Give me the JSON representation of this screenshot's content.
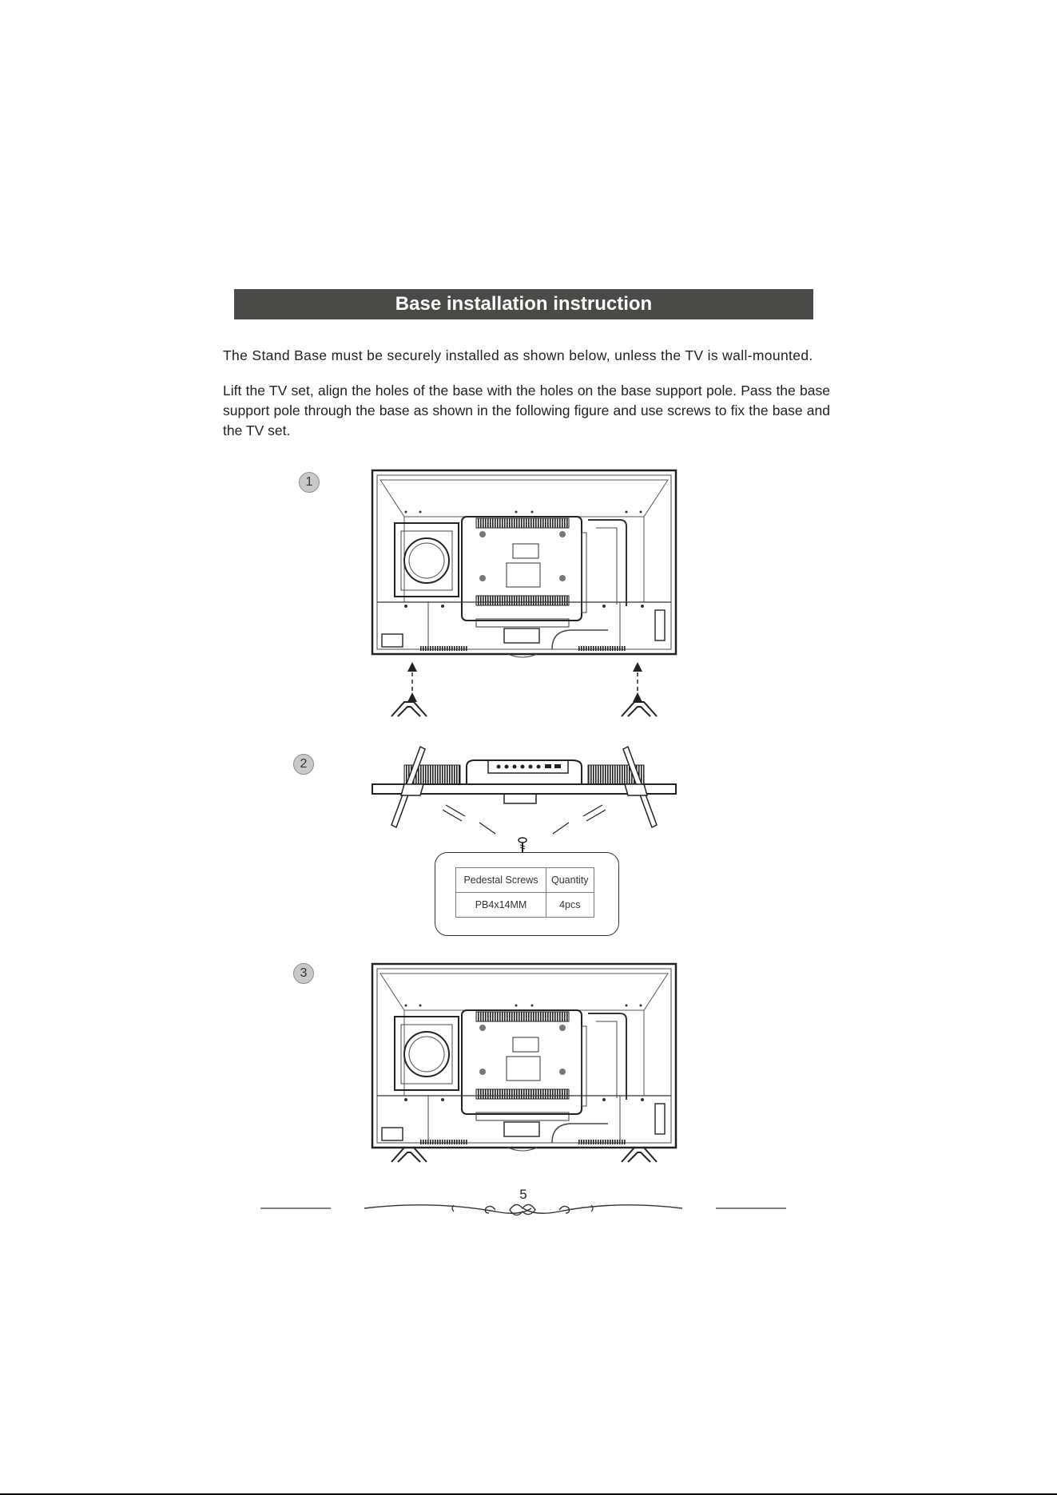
{
  "title": "Base installation instruction",
  "intro": "The Stand Base must be securely installed as shown below, unless the TV is wall-mounted.",
  "instruction": "Lift the TV set, align the holes of the base with the holes on the base support pole. Pass the base support pole through the base as shown in the following figure and use screws to fix the base and the TV set.",
  "steps": [
    {
      "number": "1"
    },
    {
      "number": "2"
    },
    {
      "number": "3"
    }
  ],
  "screw_table": {
    "headers": [
      "Pedestal Screws",
      "Quantity"
    ],
    "rows": [
      [
        "PB4x14MM",
        "4pcs"
      ]
    ]
  },
  "page_number": "5"
}
